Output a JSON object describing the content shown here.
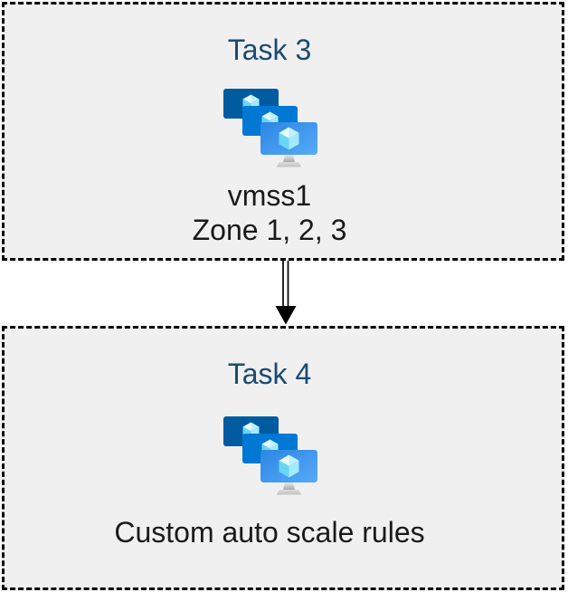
{
  "diagram": {
    "type": "flow",
    "nodes": [
      {
        "title": "Task 3",
        "icon": "vm-scale-sets-icon",
        "lines": [
          "vmss1",
          "Zone 1, 2, 3"
        ]
      },
      {
        "title": "Task 4",
        "icon": "vm-scale-sets-icon",
        "lines": [
          "Custom auto scale rules"
        ]
      }
    ],
    "connector": {
      "from": "Task 3",
      "to": "Task 4",
      "direction": "down",
      "style": "double-line",
      "arrowhead": "filled-triangle"
    },
    "colors": {
      "title_text": "#1B4A70",
      "body_text": "#1A1A1A",
      "node_fill": "#F0F0F0",
      "node_border": "#000000",
      "canvas": "#FFFFFF",
      "monitor_back": "#005BA1",
      "monitor_middle": "#0078D4",
      "monitor_front_start": "#2B86E3",
      "monitor_front_end": "#57AAF8",
      "cube_top_light": "#E8FBFF",
      "cube_top_dark": "#C2F0FF",
      "cube_left": "#69D6F6",
      "cube_right": "#A2EAFF",
      "stand_light": "#E9E9E9",
      "stand_dark": "#A8A8A8",
      "arrow": "#000000"
    }
  }
}
